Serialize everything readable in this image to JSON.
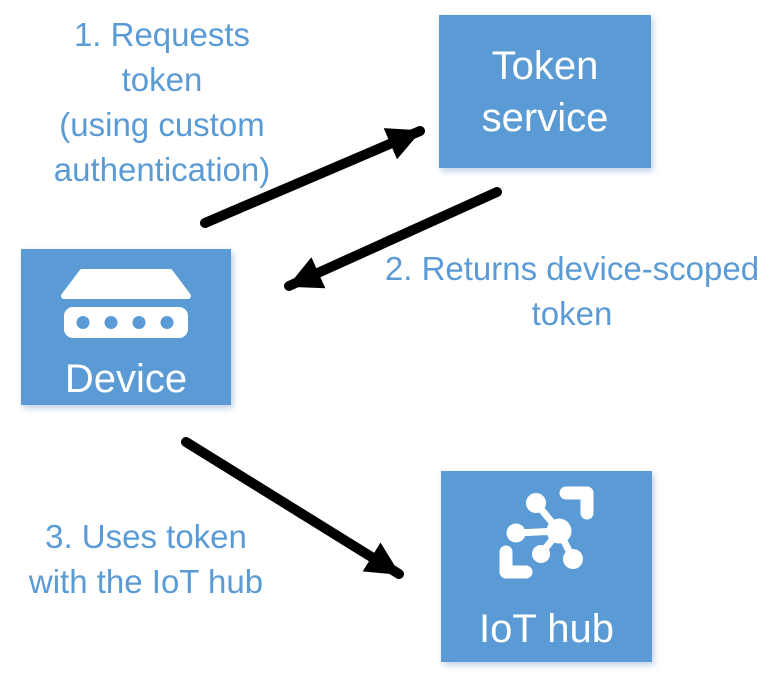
{
  "colors": {
    "accent": "#5B9BD5",
    "node_text": "#FFFFFF",
    "arrow": "#000000",
    "background": "#FFFFFF"
  },
  "nodes": {
    "token_service": {
      "label": "Token\nservice"
    },
    "device": {
      "label": "Device",
      "icon": "device-icon"
    },
    "iot_hub": {
      "label": "IoT hub",
      "icon": "iot-hub-icon"
    }
  },
  "annotations": {
    "step1": "1. Requests\ntoken\n(using custom\nauthentication)",
    "step2": "2. Returns device-scoped\ntoken",
    "step3": "3. Uses token\nwith the IoT hub"
  }
}
